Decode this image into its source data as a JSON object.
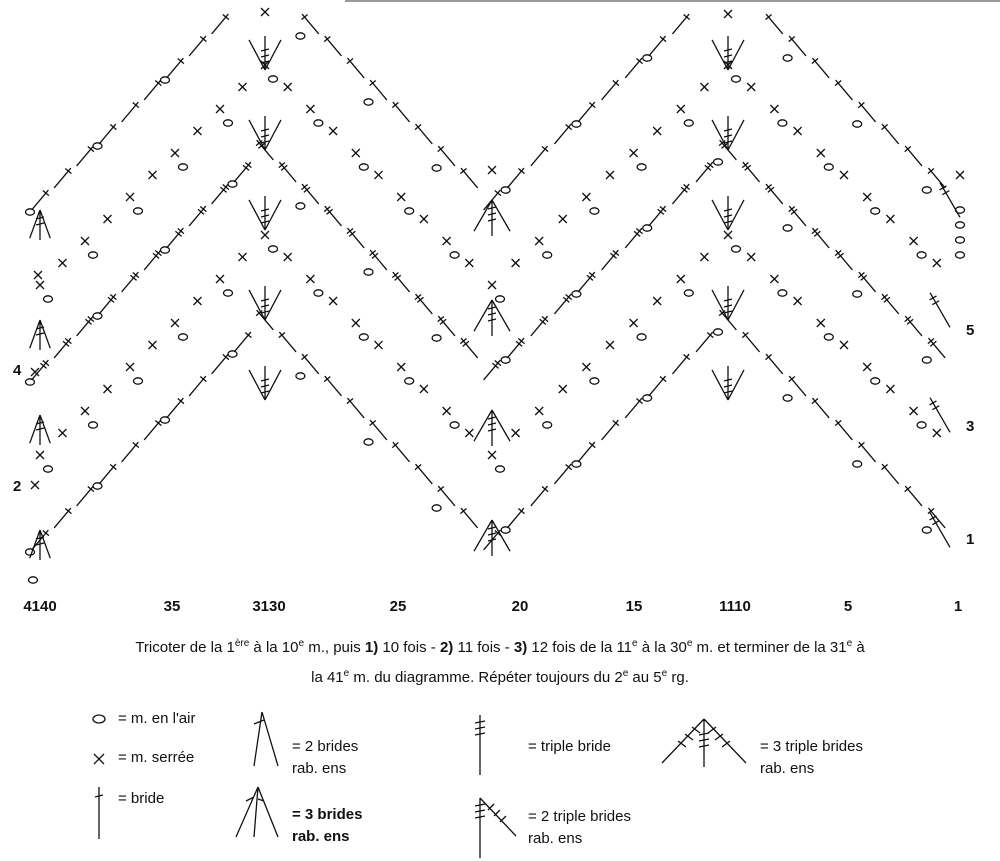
{
  "x_axis": {
    "labels": [
      "4140",
      "35",
      "3130",
      "25",
      "20",
      "15",
      "1110",
      "5",
      "1"
    ]
  },
  "row_labels": {
    "left": [
      "4",
      "2"
    ],
    "right": [
      "5",
      "3",
      "1"
    ]
  },
  "instructions": {
    "line1_a": "Tricoter de la 1",
    "line1_sup1": "ère",
    "line1_b": " à la 10",
    "line1_sup2": "e",
    "line1_c": " m., puis ",
    "step1": "1)",
    "line1_d": " 10 fois - ",
    "step2": "2)",
    "line1_e": " 11 fois - ",
    "step3": "3)",
    "line1_f": " 12 fois de la 11",
    "line1_sup3": "e",
    "line1_g": " à la 30",
    "line1_sup4": "e",
    "line1_h": " m. et terminer de la 31",
    "line1_sup5": "e",
    "line1_i": " à",
    "line2_a": "la 41",
    "line2_sup1": "e",
    "line2_b": " m. du diagramme. Répéter toujours du 2",
    "line2_sup2": "e",
    "line2_c": " au 5",
    "line2_sup3": "e",
    "line2_d": " rg."
  },
  "legend": {
    "chain": "= m. en l'air",
    "single": "= m. serrée",
    "dc": "= bride",
    "dc2tog_a": "= 2 brides",
    "dc2tog_b": "rab. ens",
    "dc3tog_a": "= 3 brides",
    "dc3tog_b": "rab. ens",
    "tr": "= triple bride",
    "tr2tog_a": "= 2 triple brides",
    "tr2tog_b": "rab. ens",
    "tr3tog_a": "= 3 triple brides",
    "tr3tog_b": "rab. ens"
  }
}
